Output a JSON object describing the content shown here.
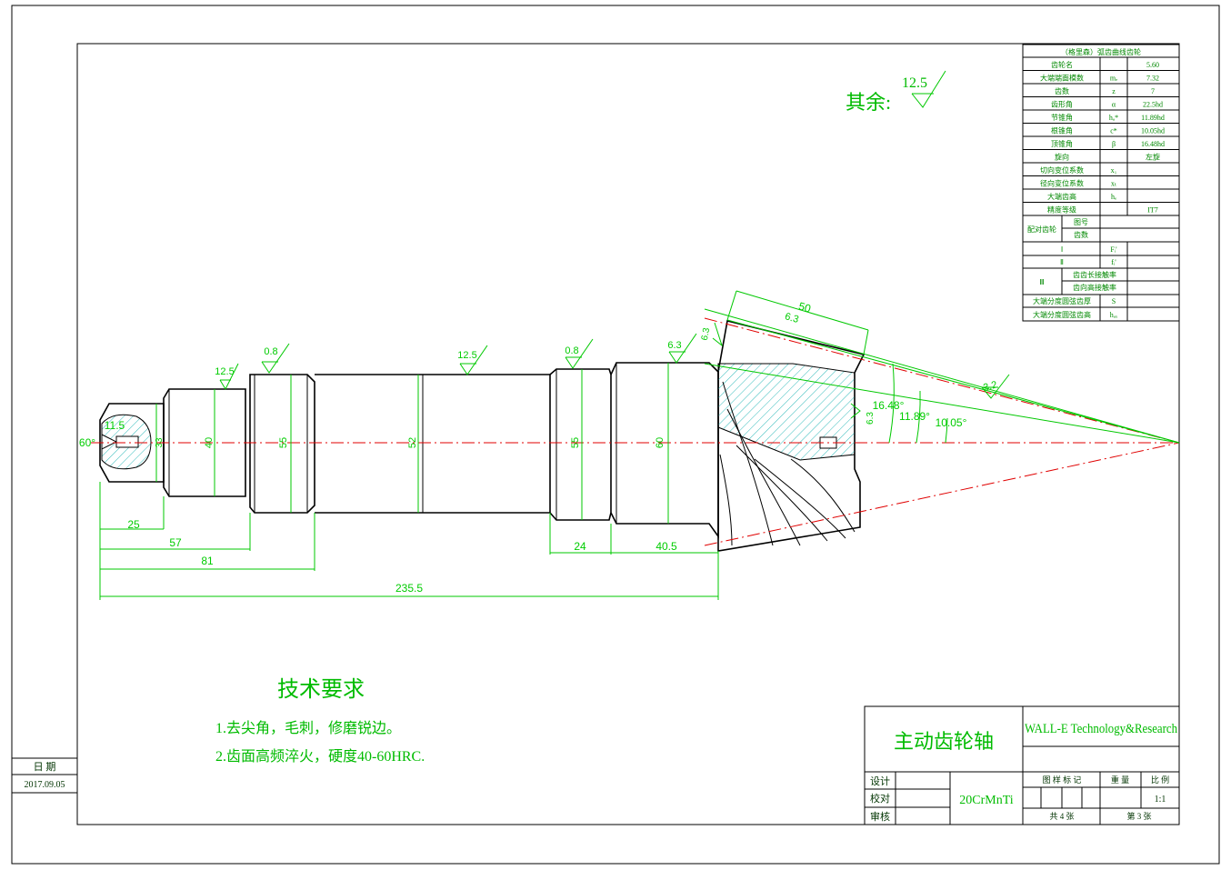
{
  "title_block": {
    "part_name": "主动齿轮轴",
    "company": "WALL-E Technology&Research",
    "material": "20CrMnTi",
    "roles": [
      "设计",
      "校对",
      "审核"
    ],
    "headers": [
      "图 样 标 记",
      "重 量",
      "比 例"
    ],
    "scale": "1:1",
    "sheet_total": "共 4 张",
    "sheet_no": "第 3 张"
  },
  "date_box": {
    "label": "日 期",
    "value": "2017.09.05"
  },
  "surface_note": {
    "label": "其余:",
    "value": "12.5"
  },
  "tech_requirements": {
    "heading": "技术要求",
    "items": [
      "1.去尖角，毛刺，修磨锐边。",
      "2.齿面高频淬火，硬度40-60HRC."
    ]
  },
  "gear_table": {
    "title": "（格里森）弧齿曲线齿轮",
    "rows": [
      {
        "name": "齿轮名",
        "sym": "",
        "val": "5.60"
      },
      {
        "name": "大端端面模数",
        "sym": "mₑ",
        "val": "7.32"
      },
      {
        "name": "齿数",
        "sym": "z",
        "val": "7"
      },
      {
        "name": "齿形角",
        "sym": "α",
        "val": "22.5hd"
      },
      {
        "name": "节锥角",
        "sym": "hₐ*",
        "val": "11.89hd"
      },
      {
        "name": "根锥角",
        "sym": "c*",
        "val": "10.05hd"
      },
      {
        "name": "顶锥角",
        "sym": "β",
        "val": "16.48hd"
      },
      {
        "name": "旋向",
        "sym": "",
        "val": "左旋"
      },
      {
        "name": "切向变位系数",
        "sym": "x₁",
        "val": ""
      },
      {
        "name": "径向变位系数",
        "sym": "xₜ",
        "val": ""
      },
      {
        "name": "大端齿高",
        "sym": "hₑ",
        "val": ""
      },
      {
        "name": "精度等级",
        "sym": "",
        "val": "IT7"
      }
    ],
    "mating": {
      "label": "配对齿轮",
      "sub": [
        "图号",
        "齿数"
      ]
    },
    "groups": [
      {
        "name": "Ⅰ",
        "sym": "Fᵢ'"
      },
      {
        "name": "Ⅱ",
        "sym": "fᵢ'"
      }
    ],
    "group3": {
      "name": "Ⅲ",
      "sub": [
        "齿齿长接触率",
        "齿向高接触率"
      ]
    },
    "bottom": [
      {
        "name": "大端分度圆弦齿厚",
        "sym": "S"
      },
      {
        "name": "大端分度圆弦齿高",
        "sym": "hₐₓ"
      }
    ]
  },
  "dimensions": {
    "lengths": [
      "25",
      "57",
      "81",
      "235.5",
      "24",
      "40.5",
      "50",
      "6.3"
    ],
    "diameters": [
      "40",
      "52",
      "60",
      "33",
      "11.5"
    ],
    "fits": [
      "55",
      "55"
    ],
    "angles": [
      "60°",
      "16.48°",
      "11.89°",
      "10.05°"
    ],
    "roughness": [
      "12.5",
      "0.8",
      "12.5",
      "0.8",
      "6.3",
      "6.3",
      "6.3",
      "3.2"
    ]
  }
}
